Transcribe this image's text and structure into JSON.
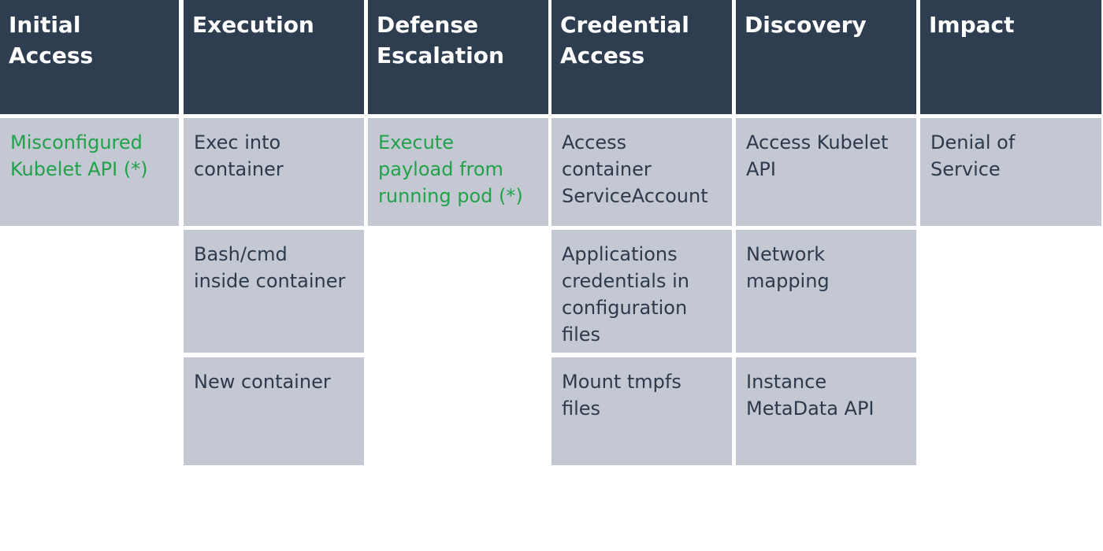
{
  "colors": {
    "header_bg": "#2e3d50",
    "header_text": "#ffffff",
    "cell_bg": "#c4c8d3",
    "cell_text": "#2d3a4b",
    "highlight_text": "#21a24a"
  },
  "columns": [
    {
      "key": "initial-access",
      "title": "Initial\nAccess",
      "techniques": [
        {
          "label": "Misconfigured\nKubelet API (*)",
          "highlight": true
        }
      ]
    },
    {
      "key": "execution",
      "title": "Execution",
      "techniques": [
        {
          "label": "Exec into\ncontainer",
          "highlight": false
        },
        {
          "label": "Bash/cmd\ninside container",
          "highlight": false
        },
        {
          "label": "New container",
          "highlight": false
        }
      ]
    },
    {
      "key": "defense-escalation",
      "title": "Defense\nEscalation",
      "techniques": [
        {
          "label": "Execute\npayload from\nrunning pod (*)",
          "highlight": true
        }
      ]
    },
    {
      "key": "credential-access",
      "title": "Credential\nAccess",
      "techniques": [
        {
          "label": "Access\ncontainer\nServiceAccount",
          "highlight": false
        },
        {
          "label": "Applications\ncredentials in\nconfiguration\nfiles",
          "highlight": false
        },
        {
          "label": "Mount tmpfs\nfiles",
          "highlight": false
        }
      ]
    },
    {
      "key": "discovery",
      "title": "Discovery",
      "techniques": [
        {
          "label": "Access Kubelet\nAPI",
          "highlight": false
        },
        {
          "label": "Network\nmapping",
          "highlight": false
        },
        {
          "label": "Instance\nMetaData API",
          "highlight": false
        }
      ]
    },
    {
      "key": "impact",
      "title": "Impact",
      "techniques": [
        {
          "label": "Denial of\nService",
          "highlight": false
        }
      ]
    }
  ]
}
